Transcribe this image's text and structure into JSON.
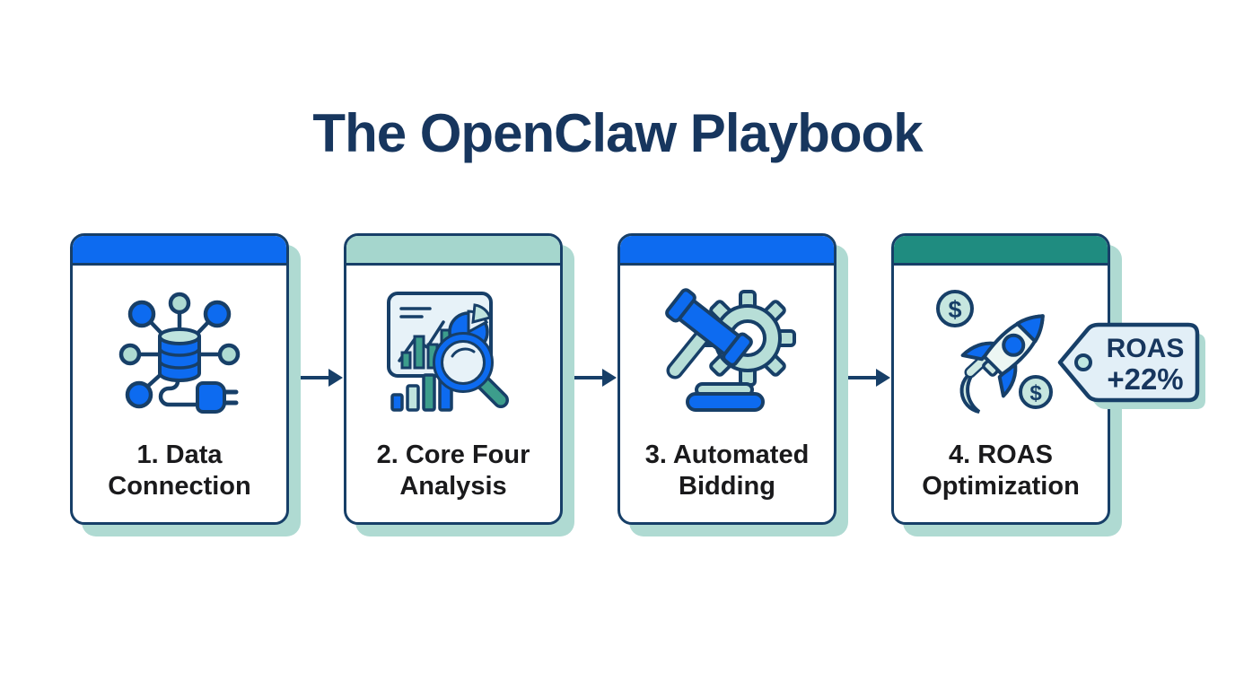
{
  "title": "The OpenClaw Playbook",
  "colors": {
    "title_navy": "#17365e",
    "outline_navy": "#173f68",
    "bright_blue": "#0d6bf0",
    "mint": "#aedbd2",
    "mint_light": "#cfe9e3",
    "deep_teal": "#1f8c80",
    "teal_accent": "#3d9d8c",
    "card_shadow": "#afdad2",
    "tag_fill": "#e2eff7",
    "label_black": "#1a1a1c"
  },
  "steps": [
    {
      "id": 1,
      "label": "1. Data Connection",
      "label_line1": "1. Data",
      "label_line2": "Connection",
      "header_color": "#0d6bf0",
      "icon": "data-connection-icon"
    },
    {
      "id": 2,
      "label": "2. Core Four Analysis",
      "label_line1": "2. Core Four",
      "label_line2": "Analysis",
      "header_color": "#a5d6cd",
      "icon": "analysis-icon"
    },
    {
      "id": 3,
      "label": "3. Automated Bidding",
      "label_line1": "3. Automated",
      "label_line2": "Bidding",
      "header_color": "#0d6bf0",
      "icon": "bidding-icon"
    },
    {
      "id": 4,
      "label": "4. ROAS Optimization",
      "label_line1": "4. ROAS",
      "label_line2": "Optimization",
      "header_color": "#1f8c80",
      "icon": "roas-icon"
    }
  ],
  "badge": {
    "line1": "ROAS",
    "line2": "+22%"
  },
  "coin_symbol": "$"
}
